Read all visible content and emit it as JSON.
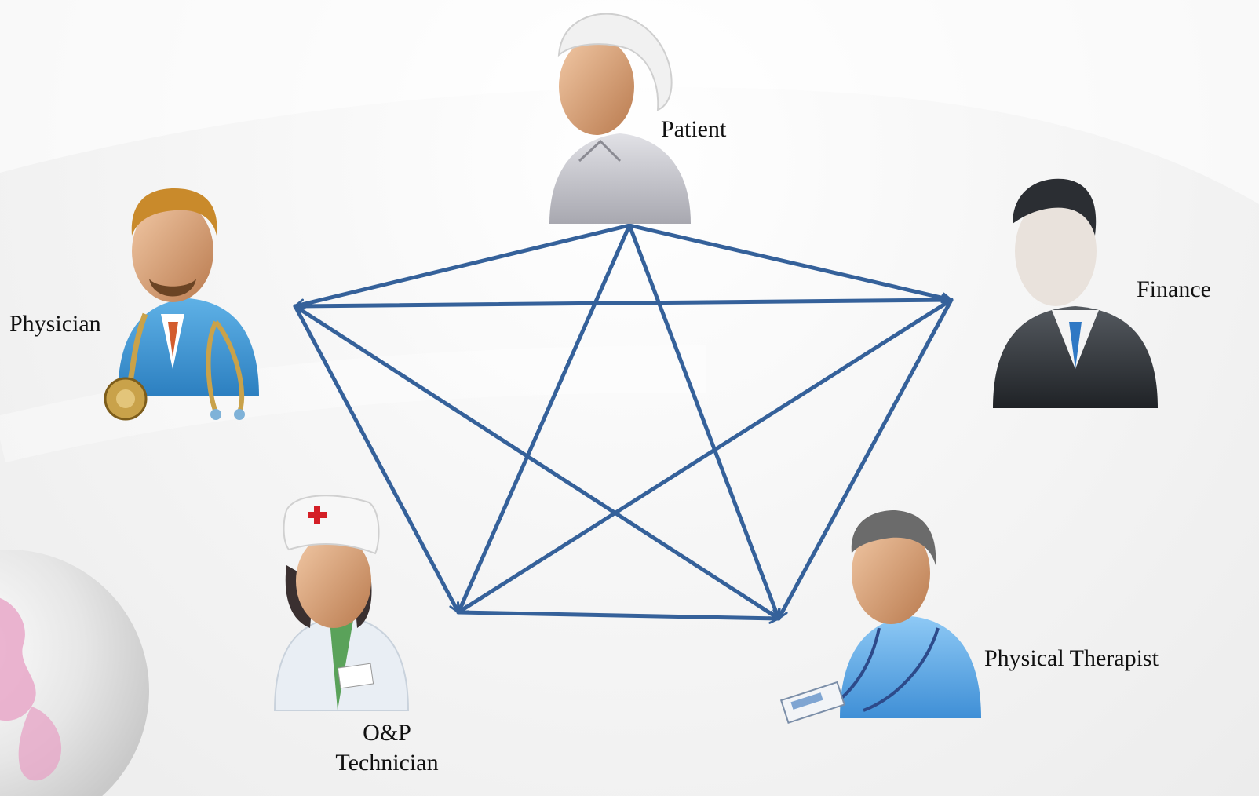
{
  "diagram": {
    "nodes": [
      {
        "id": "patient",
        "label": "Patient",
        "icon": "patient-icon"
      },
      {
        "id": "physician",
        "label": "Physician",
        "icon": "physician-icon"
      },
      {
        "id": "finance",
        "label": "Finance",
        "icon": "finance-businessman-icon"
      },
      {
        "id": "op_tech",
        "label_line1": "O&P",
        "label_line2": "Technician",
        "icon": "nurse-icon"
      },
      {
        "id": "physical_therapist",
        "label": "Physical Therapist",
        "icon": "therapist-icon"
      }
    ],
    "edges": [
      [
        "patient",
        "physician"
      ],
      [
        "patient",
        "finance"
      ],
      [
        "patient",
        "op_tech"
      ],
      [
        "patient",
        "physical_therapist"
      ],
      [
        "physician",
        "finance"
      ],
      [
        "physician",
        "op_tech"
      ],
      [
        "physician",
        "physical_therapist"
      ],
      [
        "finance",
        "op_tech"
      ],
      [
        "finance",
        "physical_therapist"
      ],
      [
        "op_tech",
        "physical_therapist"
      ]
    ],
    "edge_color": "#35619a"
  }
}
